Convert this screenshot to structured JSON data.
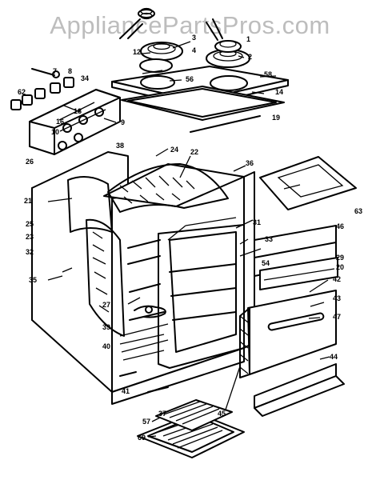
{
  "watermark": "AppliancePartsPros.com",
  "callouts": [
    {
      "id": "c1",
      "text": "1"
    },
    {
      "id": "c2",
      "text": "2"
    },
    {
      "id": "c3",
      "text": "3"
    },
    {
      "id": "c4",
      "text": "4"
    },
    {
      "id": "c12",
      "text": "12"
    },
    {
      "id": "c56",
      "text": "56"
    },
    {
      "id": "c58",
      "text": "58"
    },
    {
      "id": "c14",
      "text": "14"
    },
    {
      "id": "c19",
      "text": "19"
    },
    {
      "id": "c7",
      "text": "7"
    },
    {
      "id": "c8",
      "text": "8"
    },
    {
      "id": "c34",
      "text": "34"
    },
    {
      "id": "c62",
      "text": "62"
    },
    {
      "id": "c18",
      "text": "18"
    },
    {
      "id": "c16",
      "text": "16"
    },
    {
      "id": "c10",
      "text": "10"
    },
    {
      "id": "c9",
      "text": "9"
    },
    {
      "id": "c38",
      "text": "38"
    },
    {
      "id": "c24",
      "text": "24"
    },
    {
      "id": "c22",
      "text": "22"
    },
    {
      "id": "c36",
      "text": "36"
    },
    {
      "id": "c63",
      "text": "63"
    },
    {
      "id": "c26",
      "text": "26"
    },
    {
      "id": "c21",
      "text": "21"
    },
    {
      "id": "c25",
      "text": "25"
    },
    {
      "id": "c23",
      "text": "23"
    },
    {
      "id": "c32",
      "text": "32"
    },
    {
      "id": "c35",
      "text": "35"
    },
    {
      "id": "c31",
      "text": "31"
    },
    {
      "id": "c33",
      "text": "33"
    },
    {
      "id": "c54",
      "text": "54"
    },
    {
      "id": "c29",
      "text": "29"
    },
    {
      "id": "c20",
      "text": "20"
    },
    {
      "id": "c46",
      "text": "46"
    },
    {
      "id": "c42",
      "text": "42"
    },
    {
      "id": "c47",
      "text": "47"
    },
    {
      "id": "c27",
      "text": "27"
    },
    {
      "id": "c43",
      "text": "43"
    },
    {
      "id": "c44",
      "text": "44"
    },
    {
      "id": "c39",
      "text": "39"
    },
    {
      "id": "c40",
      "text": "40"
    },
    {
      "id": "c41",
      "text": "41"
    },
    {
      "id": "c37",
      "text": "37"
    },
    {
      "id": "c45",
      "text": "45"
    },
    {
      "id": "c57",
      "text": "57"
    },
    {
      "id": "c69",
      "text": "69"
    }
  ]
}
